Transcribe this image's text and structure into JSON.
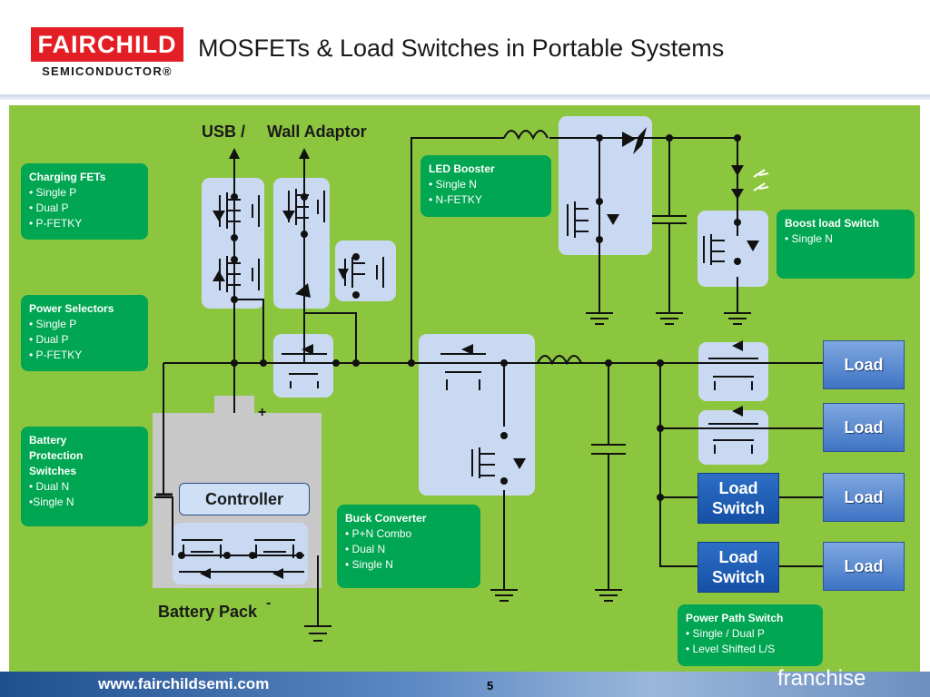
{
  "header": {
    "logo_top": "FAIRCHILD",
    "logo_bottom": "SEMICONDUCTOR®",
    "title": "MOSFETs & Load Switches in Portable Systems"
  },
  "labels": {
    "usb": "USB /",
    "wall": "Wall Adaptor",
    "battery_pack": "Battery Pack",
    "plus": "+",
    "minus": "-",
    "controller": "Controller"
  },
  "callouts": {
    "charging": {
      "title": "Charging FETs",
      "items": [
        "• Single P",
        "• Dual P",
        "• P-FETKY"
      ]
    },
    "power_selectors": {
      "title": "Power Selectors",
      "items": [
        "• Single P",
        "• Dual P",
        "• P-FETKY"
      ]
    },
    "battery": {
      "title": "Battery Protection Switches",
      "items": [
        "• Dual N",
        "•Single N"
      ]
    },
    "led": {
      "title": "LED Booster",
      "items": [
        "• Single N",
        "• N-FETKY"
      ]
    },
    "buck": {
      "title": "Buck Converter",
      "items": [
        "• P+N Combo",
        "• Dual N",
        "• Single N"
      ]
    },
    "boost": {
      "title": "Boost load Switch",
      "items": [
        "• Single N"
      ]
    },
    "power_path": {
      "title": "Power Path Switch",
      "items": [
        "• Single / Dual P",
        "• Level Shifted L/S"
      ]
    }
  },
  "loads": [
    "Load",
    "Load",
    "Load",
    "Load"
  ],
  "load_switches": [
    "Load Switch",
    "Load Switch"
  ],
  "footer": {
    "site": "www.fairchildsemi.com",
    "page": "5",
    "brand": "franchise"
  },
  "colors": {
    "panel": "#8cc63f",
    "callout": "#00a651",
    "highlight": "#c9d9f2",
    "load": "#4a7fcc"
  }
}
